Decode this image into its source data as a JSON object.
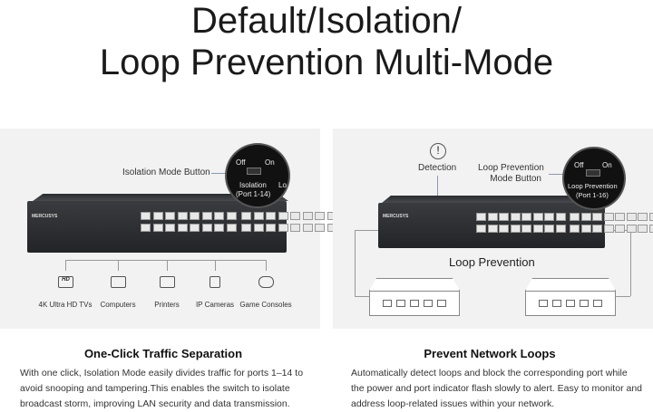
{
  "title": {
    "line1": "Default/Isolation/",
    "line2": "Loop Prevention Multi-Mode"
  },
  "left": {
    "callout": "Isolation Mode Button",
    "bubble": {
      "off": "Off",
      "on": "On",
      "label1": "Isolation",
      "label2": "(Port 1-14)",
      "cut": "Lo"
    },
    "brand": "MERCUSYS",
    "devices": [
      {
        "icon": "hd-tv-icon",
        "label": "4K Ultra HD TVs",
        "badge": "HD"
      },
      {
        "icon": "computer-icon",
        "label": "Computers"
      },
      {
        "icon": "printer-icon",
        "label": "Printers"
      },
      {
        "icon": "ip-camera-icon",
        "label": "IP Cameras"
      },
      {
        "icon": "game-controller-icon",
        "label": "Game Consoles"
      }
    ],
    "heading": "One-Click Traffic Separation",
    "body": [
      "With one click, Isolation Mode easily divides traffic for ports 1–14 to",
      "avoid snooping and tampering.This enables the switch to isolate",
      "broadcast storm, improving LAN security and data transmission."
    ]
  },
  "right": {
    "detection": "Detection",
    "callout1": "Loop Prevention",
    "callout2": "Mode Button",
    "bubble": {
      "off": "Off",
      "on": "On",
      "label1": "Loop Prevention",
      "label2": "(Port 1-16)"
    },
    "brand": "MERCUSYS",
    "loop_label": "Loop Prevention",
    "heading": "Prevent Network Loops",
    "body": [
      "Automatically detect loops and block the corresponding port while",
      "the power and port indicator flash slowly to alert. Easy to monitor and",
      "address loop-related issues within your network."
    ]
  },
  "colors": {
    "panel": "#f2f2f2",
    "switch": "#2e2f32",
    "callout_line": "#8a9ab0"
  }
}
